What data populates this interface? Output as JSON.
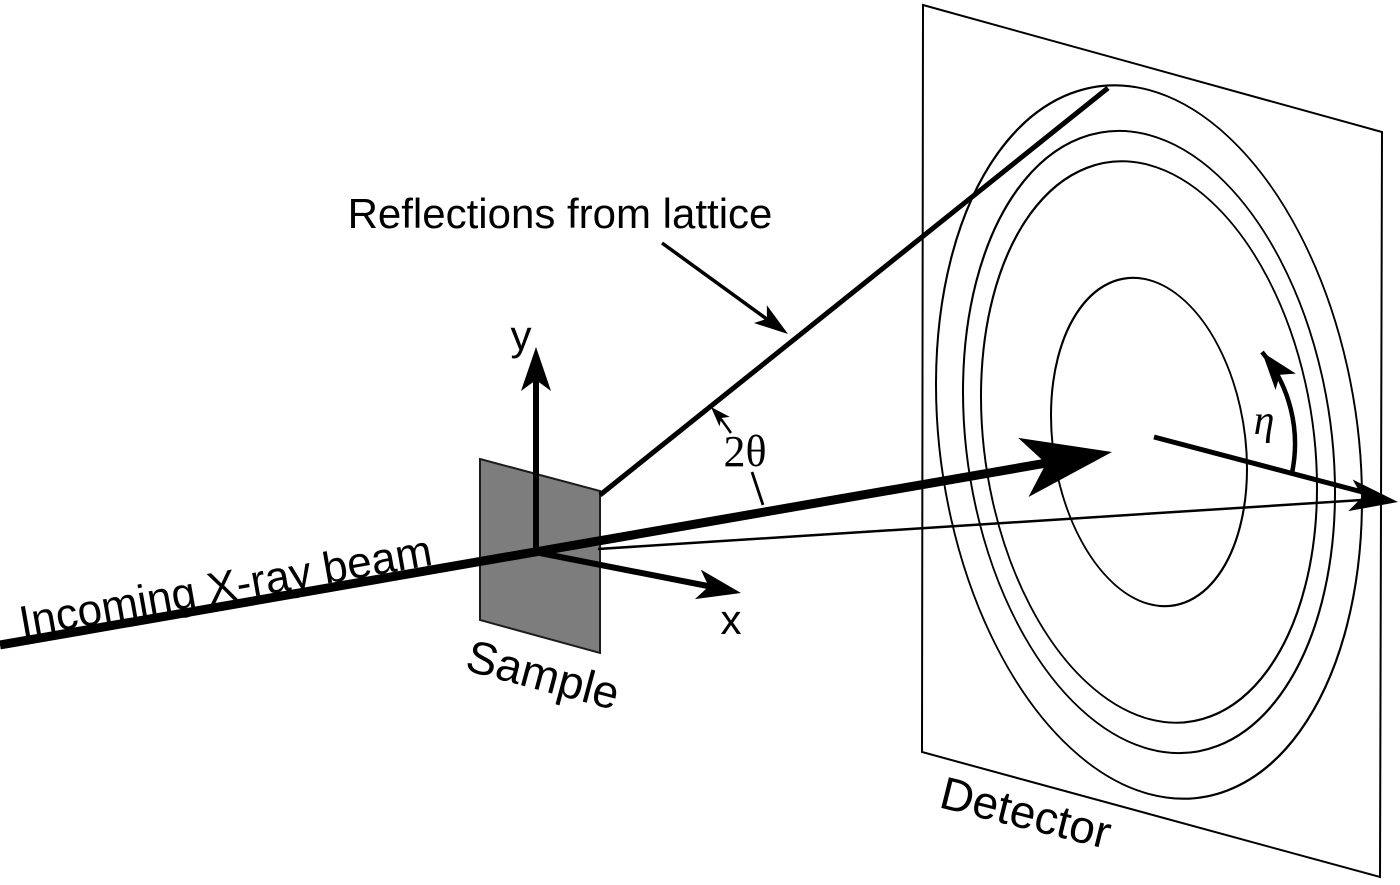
{
  "diagram": {
    "title_context": "X-ray diffraction geometry diagram",
    "labels": {
      "reflections": "Reflections from lattice",
      "incoming_beam": "Incoming X-ray beam",
      "sample": "Sample",
      "detector": "Detector",
      "two_theta": "2θ",
      "eta": "η",
      "x_axis": "x",
      "y_axis": "y"
    },
    "colors": {
      "background": "#ffffff",
      "line": "#000000",
      "sample_fill": "#7d7d7d",
      "sample_stroke": "#1c1c1c",
      "detector_fill": "#ffffff"
    },
    "rings": {
      "count": 4,
      "description": "concentric diffraction rings on detector"
    }
  }
}
